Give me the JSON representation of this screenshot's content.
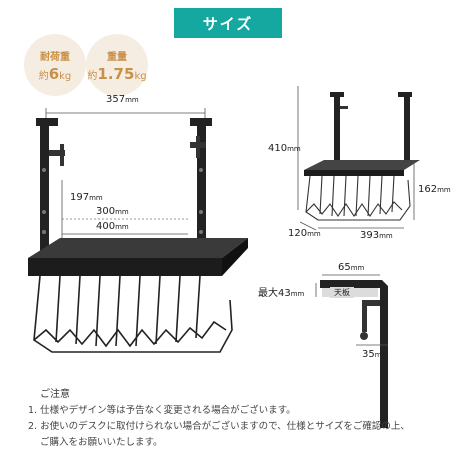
{
  "header": {
    "title": "サイズ"
  },
  "badges": [
    {
      "label": "耐荷重",
      "prefix": "約",
      "value": "6",
      "unit": "kg"
    },
    {
      "label": "重量",
      "prefix": "約",
      "value": "1.75",
      "unit": "kg"
    }
  ],
  "main_figure": {
    "top_width": "357",
    "top_width_unit": "mm",
    "depth_inner": "197",
    "depth_inner_unit": "mm",
    "inner_width": "300",
    "inner_width_unit": "mm",
    "tray_width": "400",
    "tray_width_unit": "mm"
  },
  "side_figure": {
    "height": "410",
    "height_unit": "mm",
    "basket_height": "162",
    "basket_height_unit": "mm",
    "depth": "120",
    "depth_unit": "mm",
    "width": "393",
    "width_unit": "mm"
  },
  "clamp_figure": {
    "clamp_depth": "65",
    "clamp_depth_unit": "mm",
    "max_thickness_label": "最大",
    "max_thickness": "43",
    "max_thickness_unit": "mm",
    "desk_label": "天板",
    "clamp_gap": "35",
    "clamp_gap_unit": "mm"
  },
  "notes": {
    "title": "ご注意",
    "items": [
      "1. 仕様やデザイン等は予告なく変更される場合がございます。",
      "2. お使いのデスクに取付けられない場合がございますので、仕様とサイズをご確認の上、",
      "ご購入をお願いいたします。"
    ]
  },
  "colors": {
    "accent": "#14a8a0",
    "badge_bg": "#f6ede2",
    "badge_text": "#c99048",
    "product": "#222222"
  }
}
